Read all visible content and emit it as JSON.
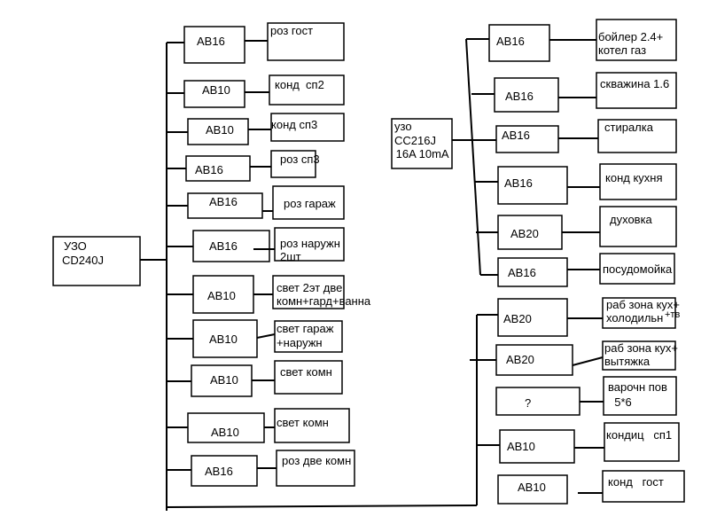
{
  "main_rcd": {
    "lines": [
      "УЗО",
      "CD240J"
    ]
  },
  "sub_rcd": {
    "lines": [
      "узо",
      "CC216J",
      " 16A 10mA"
    ]
  },
  "left_groups": [
    {
      "breaker": "АВ16",
      "load": [
        "роз гост"
      ]
    },
    {
      "breaker": "АВ10",
      "load": [
        "конд  сп2"
      ]
    },
    {
      "breaker": "АВ10",
      "load": [
        "конд сп3"
      ]
    },
    {
      "breaker": "АВ16",
      "load": [
        "роз сп3"
      ]
    },
    {
      "breaker": "АВ16",
      "load": [
        "роз гараж"
      ]
    },
    {
      "breaker": "АВ16",
      "load": [
        "роз наружн",
        "2шт"
      ]
    },
    {
      "breaker": "АВ10",
      "load": [
        "свет 2эт две",
        "комн+гард+ванна"
      ]
    },
    {
      "breaker": "АВ10",
      "load": [
        "свет гараж",
        "+наружн"
      ]
    },
    {
      "breaker": "АВ10",
      "load": [
        "свет комн"
      ]
    },
    {
      "breaker": "АВ10",
      "load": [
        "свет комн"
      ]
    },
    {
      "breaker": "АВ16",
      "load": [
        "роз две комн"
      ]
    }
  ],
  "right_rcd_groups": [
    {
      "breaker": "АВ16",
      "load": [
        "бойлер 2.4+",
        "котел газ"
      ]
    },
    {
      "breaker": "АВ16",
      "load": [
        "скважина 1.6"
      ]
    },
    {
      "breaker": "АВ16",
      "load": [
        "стиралка"
      ]
    },
    {
      "breaker": "АВ16",
      "load": [
        "конд кухня"
      ]
    },
    {
      "breaker": "АВ20",
      "load": [
        "духовка"
      ]
    },
    {
      "breaker": "АВ16",
      "load": [
        "посудомойка"
      ]
    }
  ],
  "right_direct_groups": [
    {
      "breaker": "АВ20",
      "load": [
        "раб зона кух+",
        "холодильн"
      ],
      "extra": "+тв"
    },
    {
      "breaker": "АВ20",
      "load": [
        "раб зона кух+",
        "вытяжка"
      ]
    },
    {
      "breaker": "?",
      "load": [
        "варочн пов",
        "  5*6"
      ]
    },
    {
      "breaker": "АВ10",
      "load": [
        "кондиц   сп1"
      ]
    },
    {
      "breaker": "АВ10",
      "load": [
        "конд   гост"
      ]
    }
  ]
}
